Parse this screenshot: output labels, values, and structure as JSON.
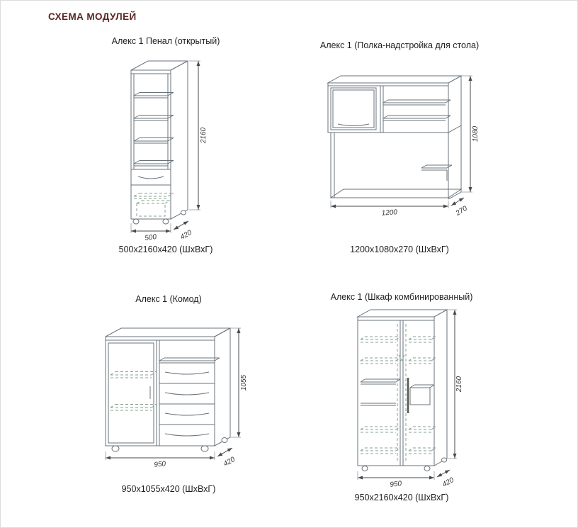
{
  "page": {
    "heading": "СХЕМА МОДУЛЕЙ"
  },
  "colors": {
    "heading": "#5a2622",
    "outline": "#6a737b",
    "hidden_lines": "#84a08f",
    "dimension_text": "#333333"
  },
  "modules": [
    {
      "name": "Алекс 1 Пенал (открытый)",
      "caption": "500x2160x420 (ШхВхГ)",
      "dim_height": "2160",
      "dim_width": "500",
      "dim_depth": "420"
    },
    {
      "name": "Алекс 1 (Полка-надстройка для стола)",
      "caption": "1200x1080x270 (ШхВхГ)",
      "dim_height": "1080",
      "dim_width": "1200",
      "dim_depth": "270"
    },
    {
      "name": "Алекс 1 (Комод)",
      "caption": "950x1055x420 (ШхВхГ)",
      "dim_height": "1055",
      "dim_width": "950",
      "dim_depth": "420"
    },
    {
      "name": "Алекс 1 (Шкаф комбинированный)",
      "caption": "950x2160x420 (ШхВхГ)",
      "dim_height": "2160",
      "dim_width": "950",
      "dim_depth": "420"
    }
  ]
}
